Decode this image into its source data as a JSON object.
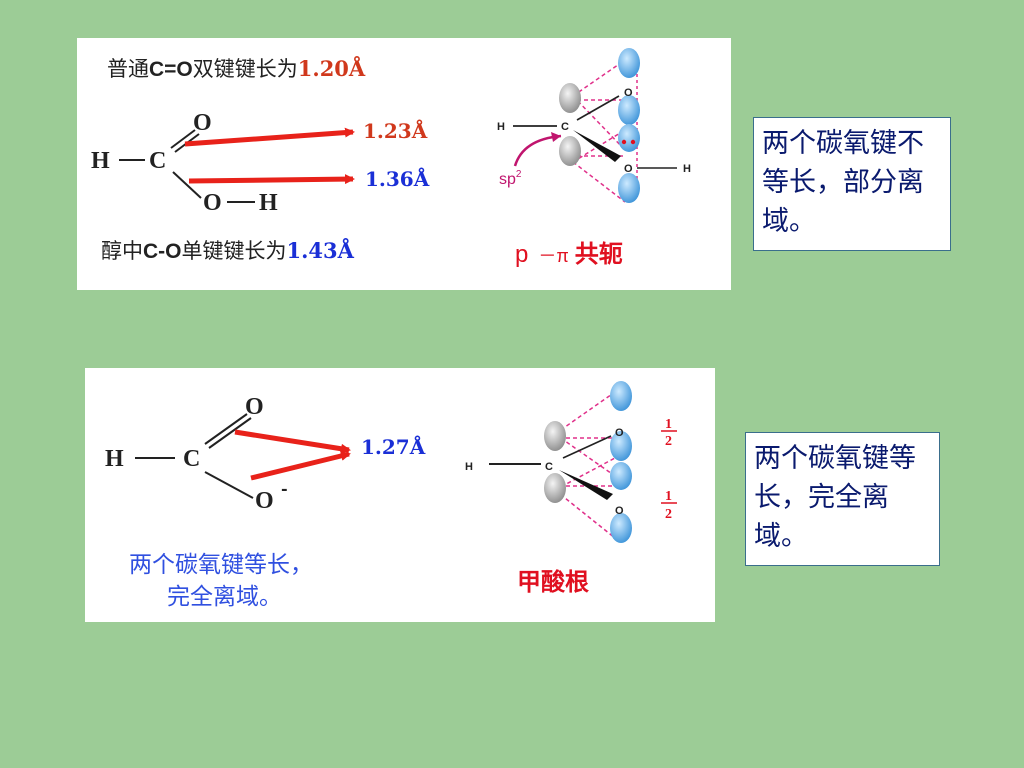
{
  "top": {
    "line1_prefix": "普通",
    "line1_bond": "C=O",
    "line1_mid": "双键键长为",
    "line1_value": "1.20Å",
    "value_double": "1.23Å",
    "value_single": "1.36Å",
    "line4_prefix": "醇中",
    "line4_bond": "C-O",
    "line4_mid": "单键键长为",
    "line4_value": "1.43Å",
    "hybrid_label": "sp",
    "hybrid_sup": "2",
    "conj_p": "p",
    "conj_dash": "－",
    "conj_pi": "π",
    "conj_word": "共轭",
    "atoms": {
      "H": "H",
      "C": "C",
      "O1": "O",
      "O2": "O",
      "H2": "H"
    }
  },
  "bottom": {
    "value": "1.27Å",
    "caption_line1": "两个碳氧键等长，",
    "caption_line2": "完全离域。",
    "ion_name": "甲酸根",
    "half_num": "1",
    "half_den": "2",
    "atoms": {
      "H": "H",
      "C": "C",
      "O1": "O",
      "O2": "O",
      "charge": "-"
    }
  },
  "notes": {
    "top": "两个碳氧键不等长，部分离域。",
    "bottom": "两个碳氧键等长，完全离域。"
  },
  "colors": {
    "background": "#9ccc96",
    "arrow_red": "#e8221a",
    "value_red": "#d0381c",
    "value_blue": "#1a2fd6",
    "conj_red": "#e01020",
    "caption_blue": "#3050e0",
    "orbital_blue": "#5fb6f0",
    "dotted_pink": "#e0308a",
    "note_text": "#0a1a6e"
  }
}
